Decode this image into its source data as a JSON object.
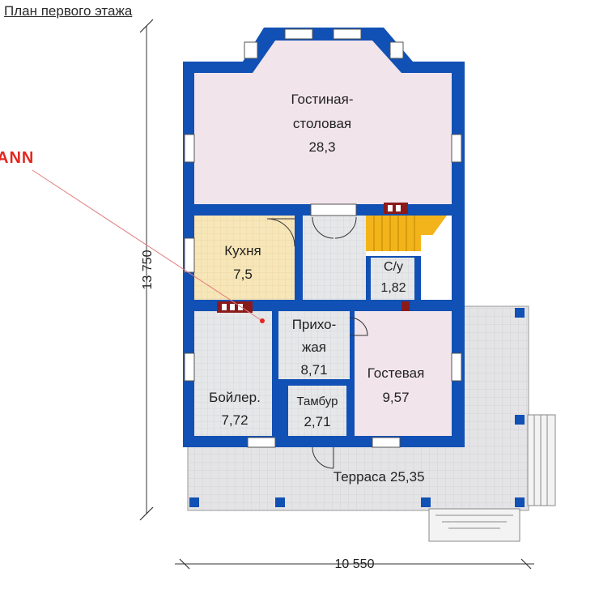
{
  "title": "План первого этажа",
  "brand_text": "ANN",
  "dimensions": {
    "height": "13 750",
    "width": "10 550"
  },
  "rooms": {
    "living": {
      "line1": "Гостиная-",
      "line2": "столовая",
      "area": "28,3"
    },
    "kitchen": {
      "name": "Кухня",
      "area": "7,5"
    },
    "wc": {
      "name": "С/у",
      "area": "1,82"
    },
    "hall": {
      "line1": "Прихо-",
      "line2": "жая",
      "area": "8,71"
    },
    "guest": {
      "name": "Гостевая",
      "area": "9,57"
    },
    "boiler": {
      "name": "Бойлер.",
      "area": "7,72"
    },
    "vestibule": {
      "name": "Тамбур",
      "area": "2,71"
    },
    "terrace": {
      "name": "Терраса",
      "area": "25,35"
    }
  },
  "colors": {
    "wall": "#1150b4",
    "living_floor": "#f1e4ea",
    "kitchen_floor": "#f8e7b9",
    "tile_floor": "#e3e4e6",
    "stair": "#f3b41b",
    "brand": "#e3261f"
  }
}
